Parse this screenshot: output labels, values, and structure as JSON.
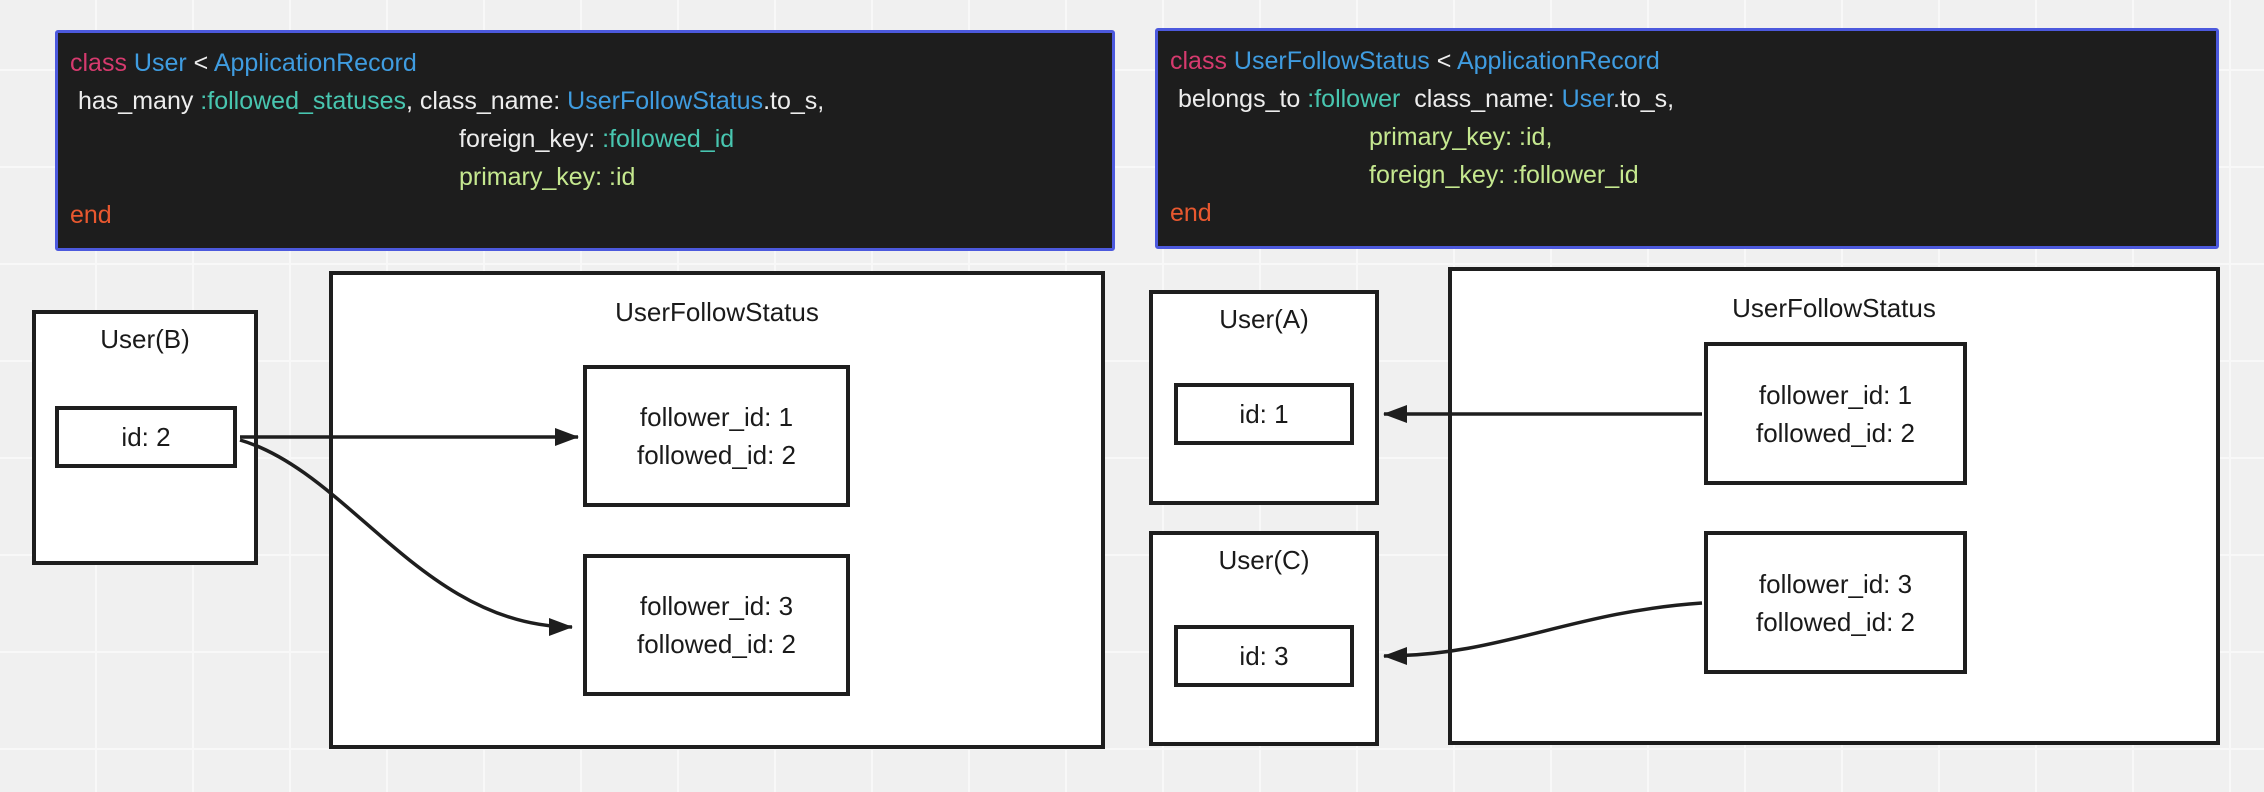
{
  "canvas": {
    "bg": "#f0f0f0",
    "grid_line": "#f8f8f8"
  },
  "colors": {
    "keyword": "#d63a6e",
    "class_name": "#3f9ce0",
    "symbol": "#48c6b0",
    "green": "#c5e88f",
    "orange": "#e8582f",
    "plain": "#ededed",
    "code_bg": "#1d1d1d",
    "code_border": "#4c59dd",
    "shape_border": "#1e1e1e",
    "shape_bg": "#ffffff"
  },
  "code_blocks": [
    {
      "name": "user-model-code",
      "lines": [
        {
          "indent": 0,
          "segments": [
            {
              "t": "class ",
              "c": "keyword"
            },
            {
              "t": "User",
              "c": "class_name"
            },
            {
              "t": " < ",
              "c": "plain"
            },
            {
              "t": "ApplicationRecord",
              "c": "class_name"
            }
          ]
        },
        {
          "indent": 8,
          "segments": [
            {
              "t": "has_many ",
              "c": "plain"
            },
            {
              "t": ":followed_statuses",
              "c": "symbol"
            },
            {
              "t": ", class_name: ",
              "c": "plain"
            },
            {
              "t": "UserFollowStatus",
              "c": "class_name"
            },
            {
              "t": ".to_s,",
              "c": "plain"
            }
          ]
        },
        {
          "indent": 389,
          "segments": [
            {
              "t": "foreign_key: ",
              "c": "plain"
            },
            {
              "t": ":followed_id",
              "c": "symbol"
            }
          ]
        },
        {
          "indent": 389,
          "segments": [
            {
              "t": "primary_key: :id",
              "c": "green"
            }
          ]
        },
        {
          "indent": 0,
          "segments": [
            {
              "t": "end",
              "c": "orange"
            }
          ]
        }
      ]
    },
    {
      "name": "user-follow-status-model-code",
      "lines": [
        {
          "indent": 0,
          "segments": [
            {
              "t": "class ",
              "c": "keyword"
            },
            {
              "t": "UserFollowStatus",
              "c": "class_name"
            },
            {
              "t": " < ",
              "c": "plain"
            },
            {
              "t": "ApplicationRecord",
              "c": "class_name"
            }
          ]
        },
        {
          "indent": 8,
          "segments": [
            {
              "t": "belongs_to ",
              "c": "plain"
            },
            {
              "t": ":follower",
              "c": "symbol"
            },
            {
              "t": "  class_name: ",
              "c": "plain"
            },
            {
              "t": "User",
              "c": "class_name"
            },
            {
              "t": ".to_s,",
              "c": "plain"
            }
          ]
        },
        {
          "indent": 199,
          "segments": [
            {
              "t": "primary_key: :id,",
              "c": "green"
            }
          ]
        },
        {
          "indent": 199,
          "segments": [
            {
              "t": "foreign_key: :follower_id",
              "c": "green"
            }
          ]
        },
        {
          "indent": 0,
          "segments": [
            {
              "t": "end",
              "c": "orange"
            }
          ]
        }
      ]
    }
  ],
  "diagram_left": {
    "user_b": {
      "title": "User(B)",
      "id_value": "id: 2"
    },
    "ufs": {
      "title": "UserFollowStatus",
      "records": [
        {
          "line1": "follower_id: 1",
          "line2": "followed_id: 2"
        },
        {
          "line1": "follower_id: 3",
          "line2": "followed_id: 2"
        }
      ]
    }
  },
  "diagram_right": {
    "user_a": {
      "title": "User(A)",
      "id_value": "id: 1"
    },
    "user_c": {
      "title": "User(C)",
      "id_value": "id: 3"
    },
    "ufs": {
      "title": "UserFollowStatus",
      "records": [
        {
          "line1": "follower_id: 1",
          "line2": "followed_id: 2"
        },
        {
          "line1": "follower_id: 3",
          "line2": "followed_id: 2"
        }
      ]
    }
  }
}
